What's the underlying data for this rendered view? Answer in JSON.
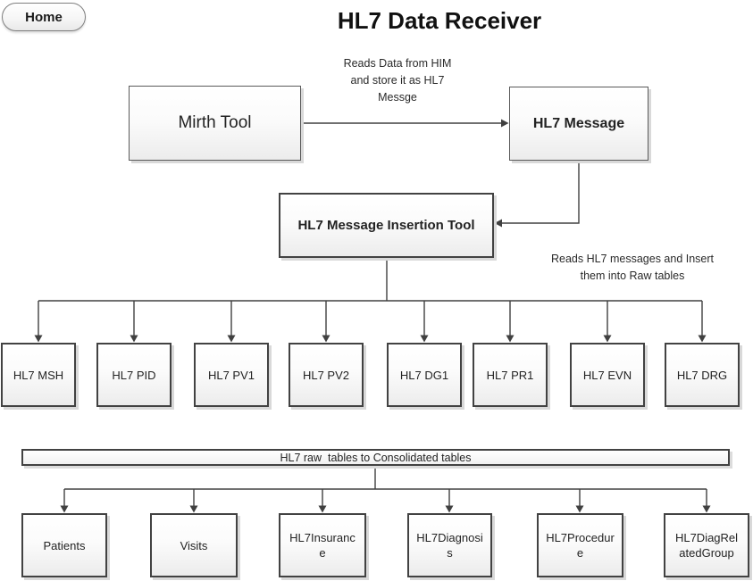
{
  "header": {
    "home_label": "Home",
    "title": "HL7 Data Receiver"
  },
  "colors": {
    "box_border": "#424242",
    "big_box_border": "#5a5a5a",
    "connector_line": "#404040",
    "box_fill_top": "#ffffff",
    "box_fill_bottom": "#ececec",
    "shadow": "#d9d9d9",
    "text": "#232323"
  },
  "diagram": {
    "nodes": {
      "mirth": "Mirth Tool",
      "hl7_message": "HL7 Message",
      "insertion_tool": "HL7 Message Insertion Tool"
    },
    "annotations": {
      "him_note_line1": "Reads Data from HIM",
      "him_note_line2": "and store it as HL7",
      "him_note_line3": "Messge",
      "raw_note_line1": "Reads HL7 messages and Insert",
      "raw_note_line2": "them into Raw tables"
    },
    "raw_tables": [
      "HL7 MSH",
      "HL7 PID",
      "HL7 PV1",
      "HL7 PV2",
      "HL7 DG1",
      "HL7 PR1",
      "HL7 EVN",
      "HL7 DRG"
    ],
    "consolidation_bar": "HL7 raw  tables to Consolidated tables",
    "consolidated_tables": [
      "Patients",
      "Visits",
      "HL7Insurance",
      "HL7Diagnosis",
      "HL7Procedure",
      "HL7DiagRelatedGroup"
    ]
  }
}
